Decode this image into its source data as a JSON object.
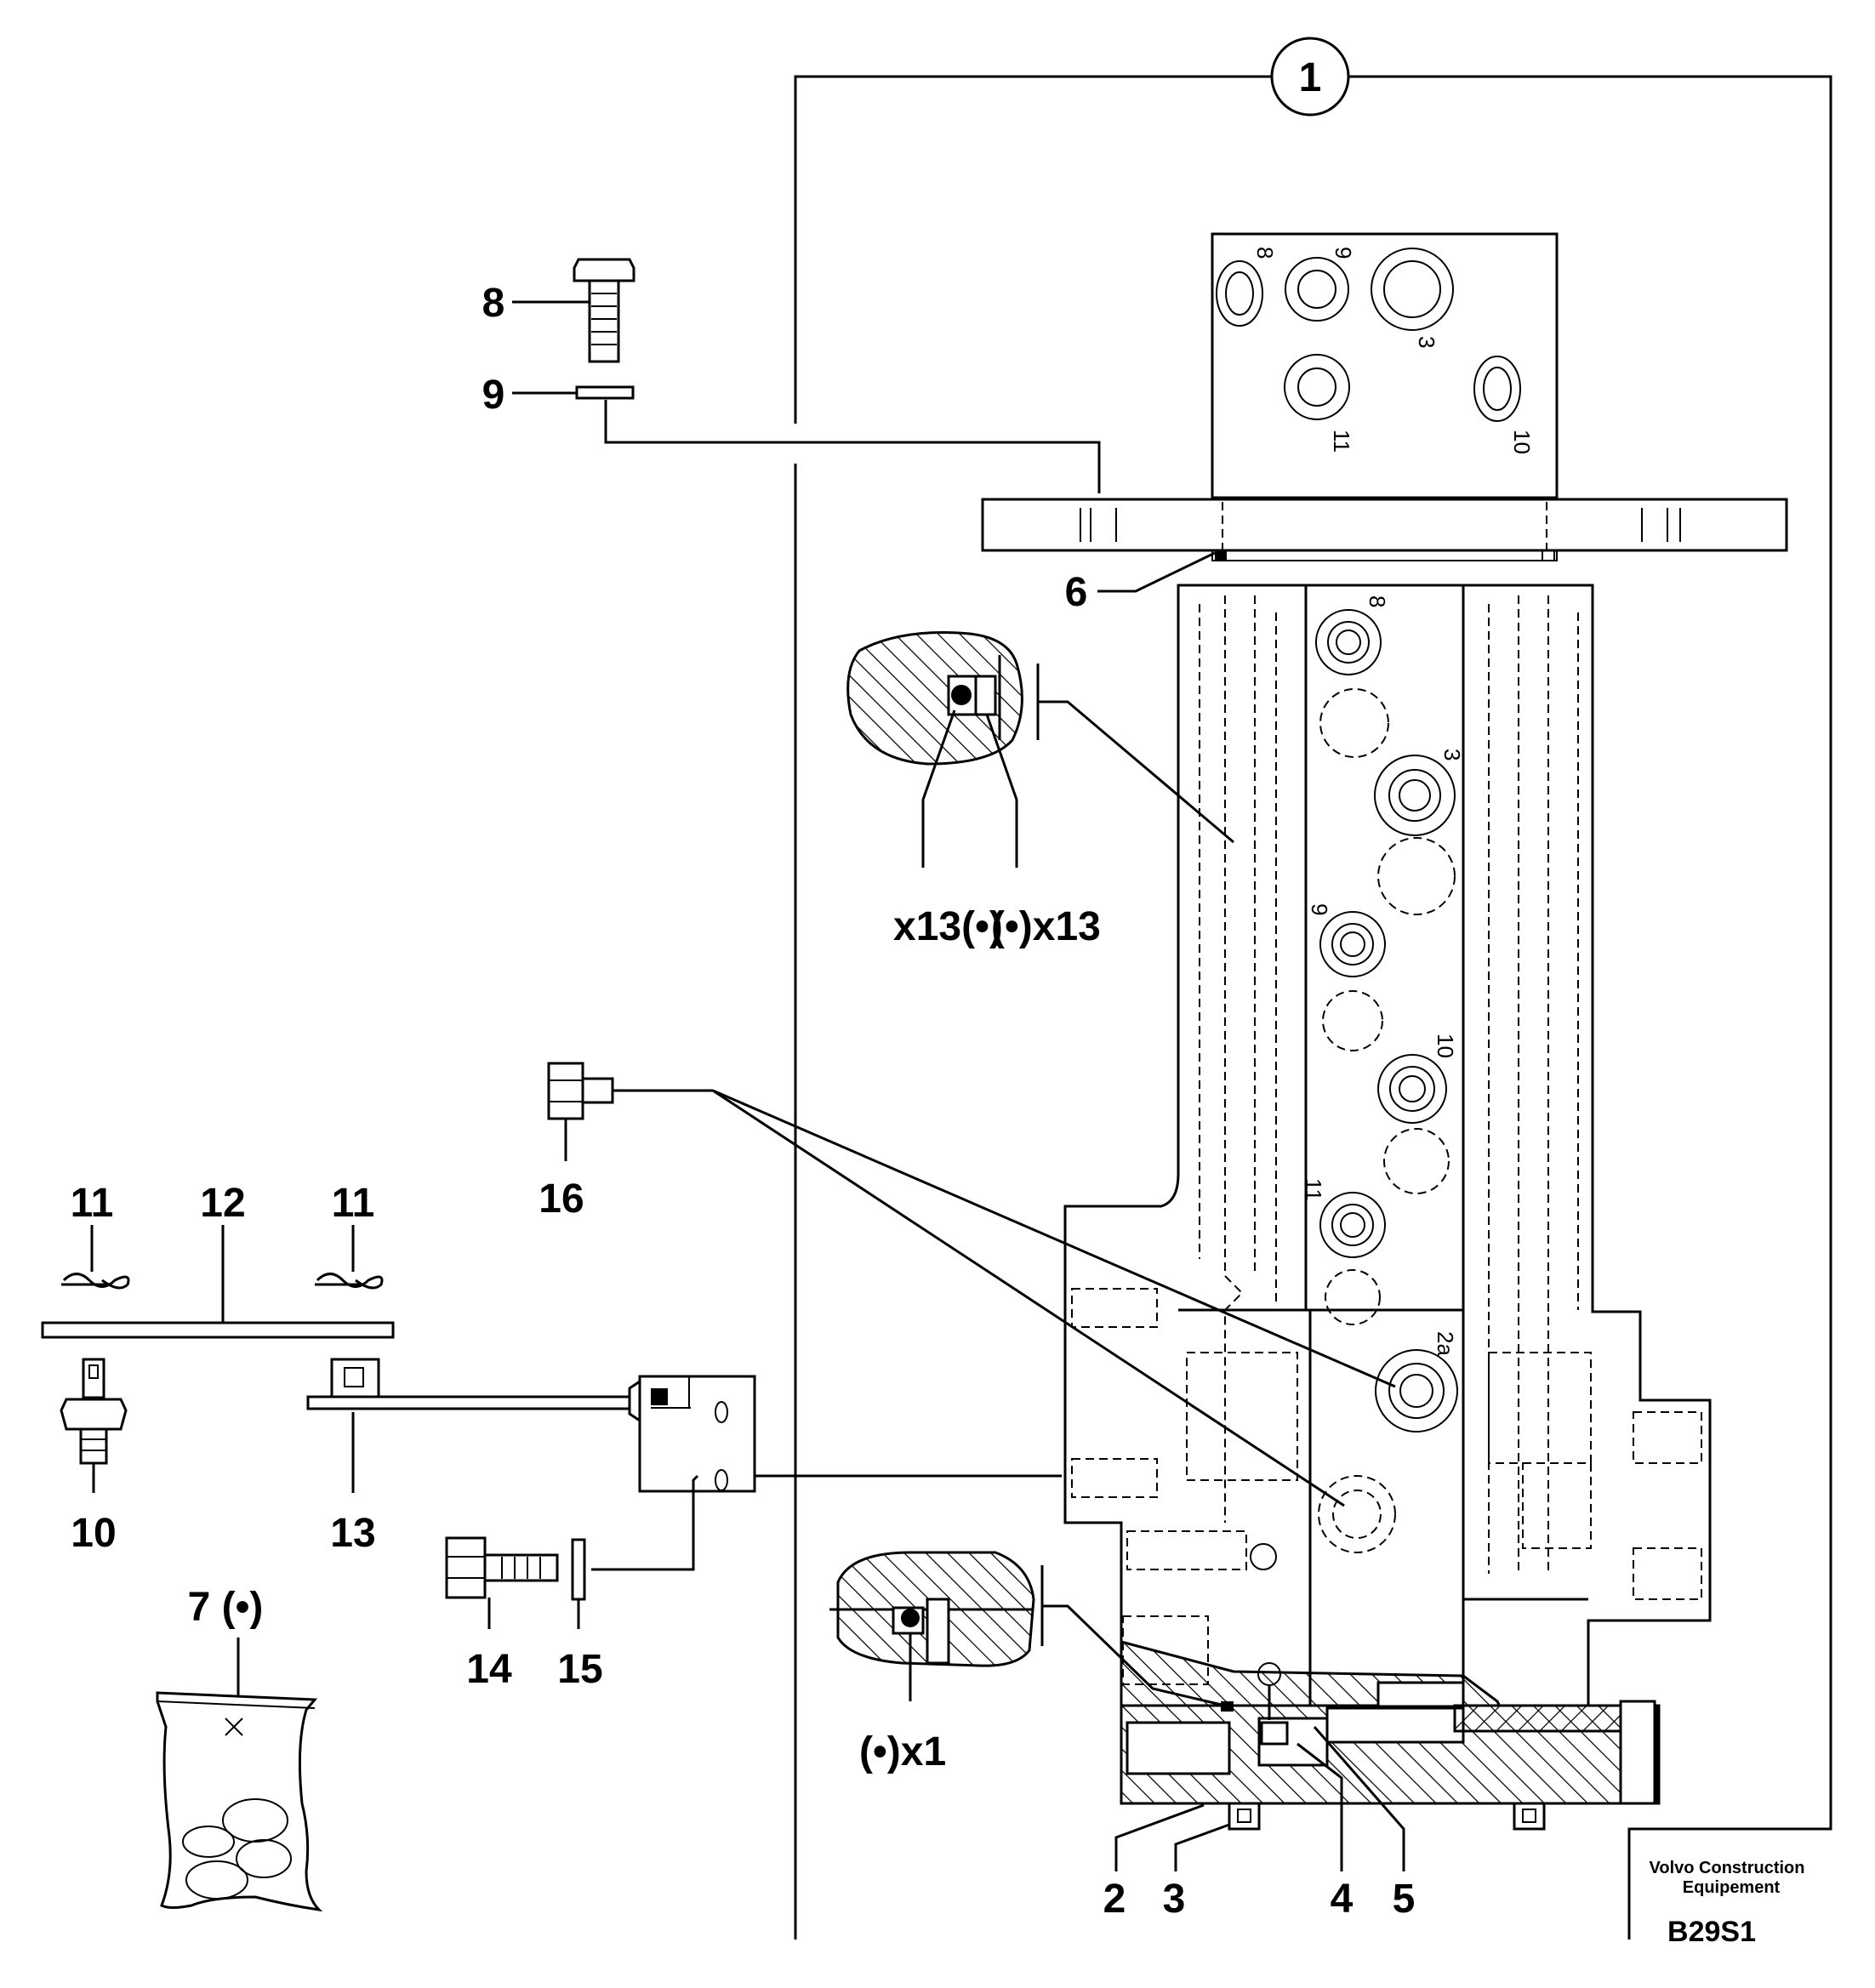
{
  "diagram": {
    "group_label": "1",
    "callouts": {
      "c2": "2",
      "c3": "3",
      "c4": "4",
      "c5": "5",
      "c6": "6",
      "c7": "7 (•)",
      "c8": "8",
      "c9": "9",
      "c10": "10",
      "c11_left": "11",
      "c11_right": "11",
      "c12": "12",
      "c13": "13",
      "c14": "14",
      "c15": "15",
      "c16": "16",
      "seal_upper_left": "x13(•)",
      "seal_upper_right": "(•)x13",
      "seal_lower": "(•)x1"
    },
    "port_marks": {
      "top_8": "8",
      "top_9": "9",
      "top_3": "3",
      "top_11": "11",
      "top_10": "10",
      "side_8": "8",
      "side_3": "3",
      "side_9": "9",
      "side_10": "10",
      "side_11": "11",
      "side_2a": "2a"
    },
    "footer": {
      "maker_line1": "Volvo Construction",
      "maker_line2": "Equipement",
      "drawing_code": "B29S1"
    }
  }
}
